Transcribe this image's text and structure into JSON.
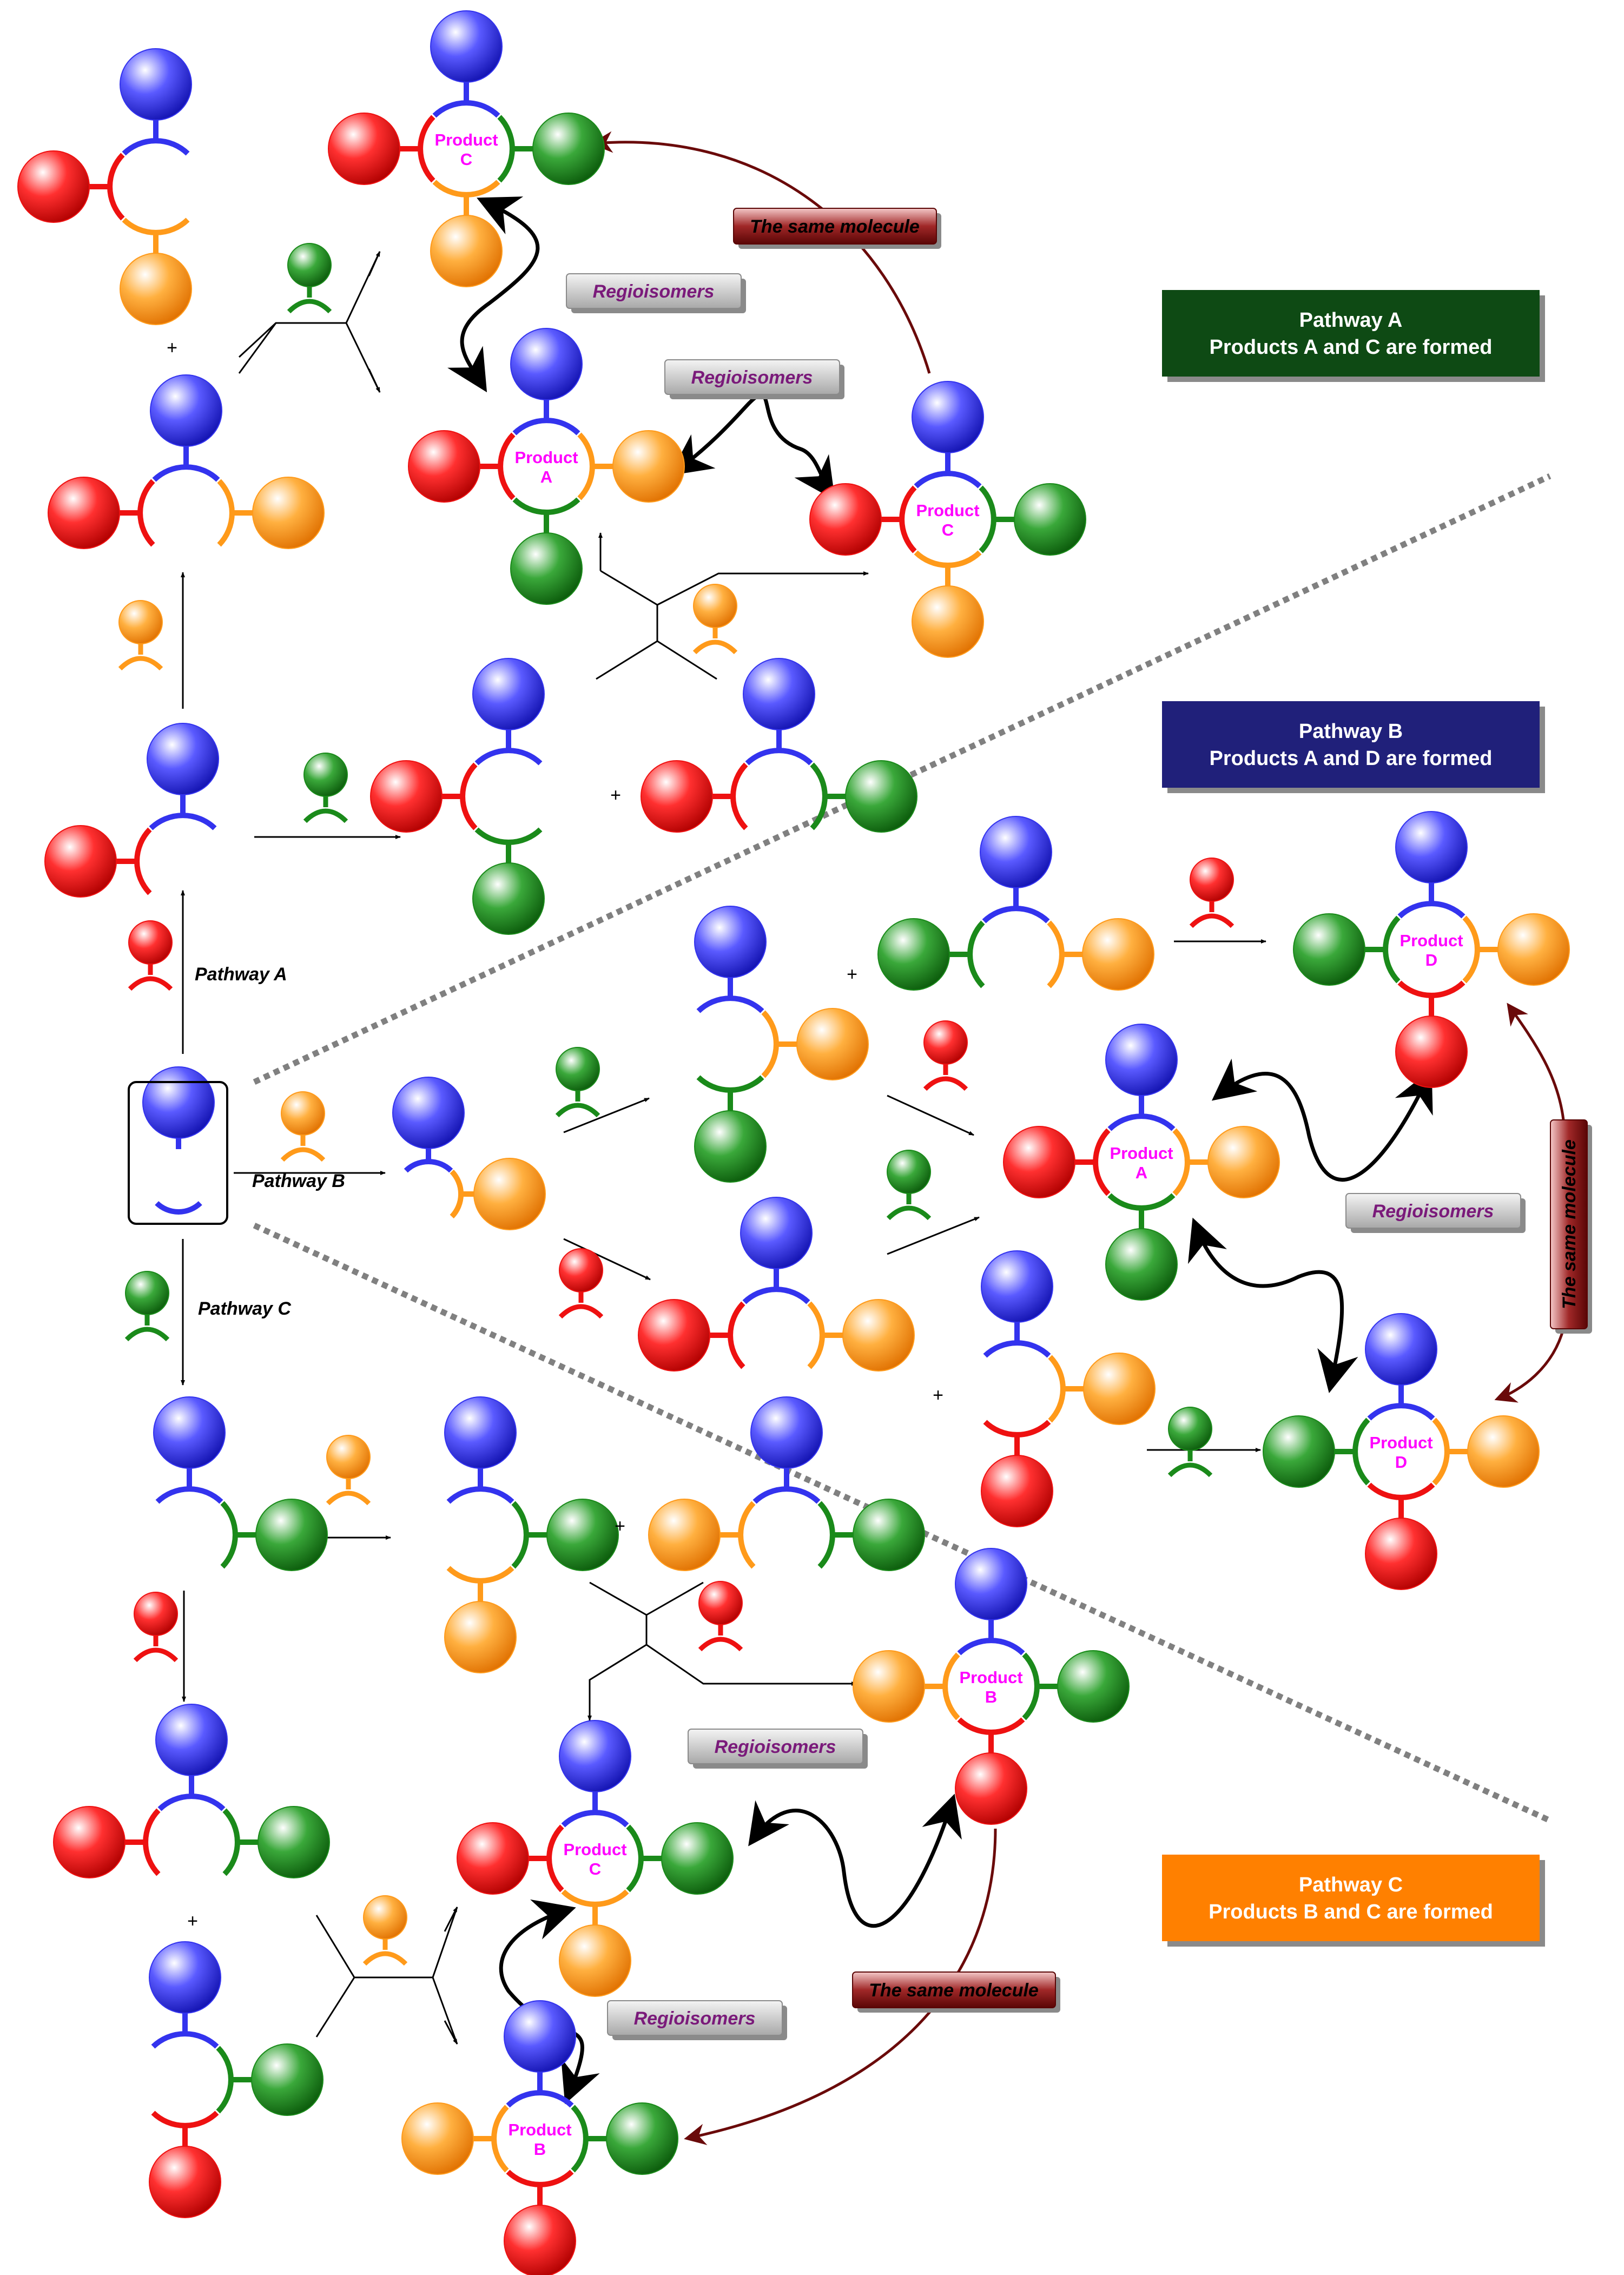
{
  "plus": "+",
  "product_label": "Product",
  "letters": {
    "A": "A",
    "B": "B",
    "C": "C",
    "D": "D"
  },
  "labels": {
    "regio": "Regioisomers",
    "same": "The same molecule",
    "pathA": "Pathway A",
    "pathB": "Pathway B",
    "pathC": "Pathway C"
  },
  "summary": {
    "A": {
      "line1": "Pathway A",
      "line2": "Products A and C are formed",
      "color": "#0e4a14"
    },
    "B": {
      "line1": "Pathway B",
      "line2": "Products A and D are formed",
      "color": "#20207a"
    },
    "C": {
      "line1": "Pathway C",
      "line2": "Products B and C are formed",
      "color": "#ff8000"
    }
  },
  "colors": {
    "blue": "#3333ee",
    "red": "#ee1111",
    "green": "#1a8a1a",
    "orange": "#ff9a1a",
    "maroon": "#6a0a0a"
  }
}
